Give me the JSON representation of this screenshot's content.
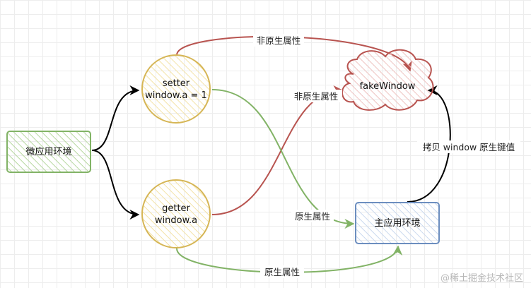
{
  "nodes": {
    "micro_app": {
      "label": "微应用环境"
    },
    "setter": {
      "line1": "setter",
      "line2": "window.a = 1"
    },
    "getter": {
      "line1": "getter",
      "line2": "window.a"
    },
    "fake_window": {
      "label": "fakeWindow"
    },
    "main_app": {
      "label": "主应用环境"
    }
  },
  "edges": {
    "setter_to_fake_top": {
      "label": "非原生属性"
    },
    "getter_to_fake": {
      "label": "非原生属性"
    },
    "setter_to_main": {
      "label": "原生属性"
    },
    "getter_to_main_bottom": {
      "label": "原生属性"
    },
    "main_to_fake": {
      "label": "拷贝 window 原生键值"
    }
  },
  "watermark": "@稀土掘金技术社区",
  "colors": {
    "green_stroke": "#82b366",
    "yellow_stroke": "#d6b656",
    "red_stroke": "#b85450",
    "blue_stroke": "#6c8ebf",
    "black_edge": "#000000"
  }
}
